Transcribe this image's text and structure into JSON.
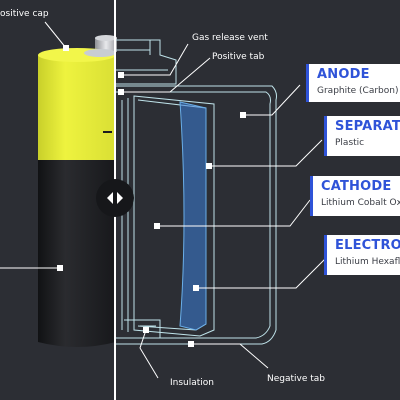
{
  "labels": {
    "positive_cap": "ositive cap",
    "gas_release_vent": "Gas release vent",
    "positive_tab": "Positive tab",
    "insulation": "Insulation",
    "negative_tab": "Negative tab"
  },
  "components": [
    {
      "title": "ANODE",
      "material": "Graphite (Carbon)"
    },
    {
      "title": "SEPARATOR",
      "material": "Plastic"
    },
    {
      "title": "CATHODE",
      "material": "Lithium Cobalt Oxide"
    },
    {
      "title": "ELECTROLYTE",
      "material": "Lithium Hexafluorophosphate"
    }
  ],
  "colors": {
    "background": "#2c2e34",
    "cap_yellow": "#e6ed3a",
    "body_black": "#1b1c1f",
    "accent_blue": "#2f53d8",
    "outline_cyan": "#bfe3ea"
  },
  "icons": {
    "slider_handle": "left-right-arrows-icon"
  }
}
